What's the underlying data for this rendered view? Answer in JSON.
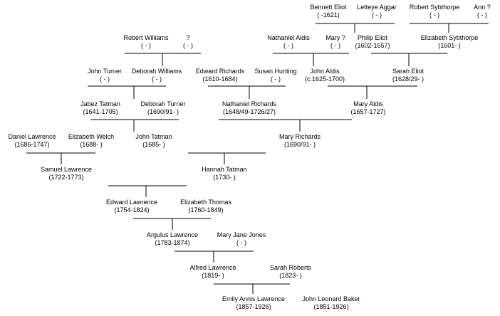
{
  "people": [
    {
      "id": "bennett-eliot",
      "name": "Bennett Eliot",
      "dates": "( -1621)"
    },
    {
      "id": "letteye-aggar",
      "name": "Letteye Aggar",
      "dates": "( - )"
    },
    {
      "id": "robert-sybthorpe",
      "name": "Robert Sybthorpe",
      "dates": "( - )"
    },
    {
      "id": "ann-unknown",
      "name": "Ann ?",
      "dates": "( - )"
    },
    {
      "id": "robert-williams",
      "name": "Robert Williams",
      "dates": "( - )"
    },
    {
      "id": "robert-williams-spouse",
      "name": "?",
      "dates": "( - )"
    },
    {
      "id": "nathaniel-aldis",
      "name": "Nathaniel Aldis",
      "dates": "( - )"
    },
    {
      "id": "mary-unknown",
      "name": "Mary ?",
      "dates": "( - )"
    },
    {
      "id": "philip-eliot",
      "name": "Philip Eliot",
      "dates": "(1602-1657)"
    },
    {
      "id": "elizabeth-sybthorpe",
      "name": "Elizabeth Sybthorpe",
      "dates": "(1601- )"
    },
    {
      "id": "john-turner",
      "name": "John Turner",
      "dates": "( - )"
    },
    {
      "id": "deborah-williams",
      "name": "Deborah Williams",
      "dates": "( - )"
    },
    {
      "id": "edward-richards",
      "name": "Edward Richards",
      "dates": "(1610-1684)"
    },
    {
      "id": "susan-hunting",
      "name": "Susan Hunting",
      "dates": "( - )"
    },
    {
      "id": "john-aldis",
      "name": "John Aldis",
      "dates": "(c.1625-1700)"
    },
    {
      "id": "sarah-eliot",
      "name": "Sarah Eliot",
      "dates": "(1628/29- )"
    },
    {
      "id": "jabez-tatman",
      "name": "Jabez Tatman",
      "dates": "(1641-1705)"
    },
    {
      "id": "deborah-turner",
      "name": "Deborah Turner",
      "dates": "(1690/91- )"
    },
    {
      "id": "nathaniel-richards",
      "name": "Nathaniel Richards",
      "dates": "(1648/49-1726/27)"
    },
    {
      "id": "mary-aldis",
      "name": "Mary Aldis",
      "dates": "(1657-1727)"
    },
    {
      "id": "daniel-lawrence",
      "name": "Daniel Lawrence",
      "dates": "(1686-1747)"
    },
    {
      "id": "elizabeth-welch",
      "name": "Elizabeth Welch",
      "dates": "(1688- )"
    },
    {
      "id": "john-tatman",
      "name": "John Tatman",
      "dates": "(1685- )"
    },
    {
      "id": "mary-richards",
      "name": "Mary Richards",
      "dates": "(1690/91- )"
    },
    {
      "id": "samuel-lawrence",
      "name": "Samuel Lawrence",
      "dates": "(1722-1773)"
    },
    {
      "id": "hannah-tatman",
      "name": "Hannah Tatman",
      "dates": "(1730- )"
    },
    {
      "id": "edward-lawrence",
      "name": "Edward Lawrence",
      "dates": "(1754-1824)"
    },
    {
      "id": "elizabeth-thomas",
      "name": "Elizabeth Thomas",
      "dates": "(1760-1849)"
    },
    {
      "id": "argulus-lawrence",
      "name": "Argulus Lawrence",
      "dates": "(1783-1874)"
    },
    {
      "id": "mary-jane-jones",
      "name": "Mary Jane Jones",
      "dates": "( - )"
    },
    {
      "id": "alfred-lawrence",
      "name": "Alfred Lawrence",
      "dates": "(1819- )"
    },
    {
      "id": "sarah-roberts",
      "name": "Sarah Roberts",
      "dates": "(1823- )"
    },
    {
      "id": "emily-annis-lawrence",
      "name": "Emily Annis Lawrence",
      "dates": "(1857-1926)"
    },
    {
      "id": "john-leonard-baker",
      "name": "John Leonard Baker",
      "dates": "(1851-1926)"
    }
  ]
}
